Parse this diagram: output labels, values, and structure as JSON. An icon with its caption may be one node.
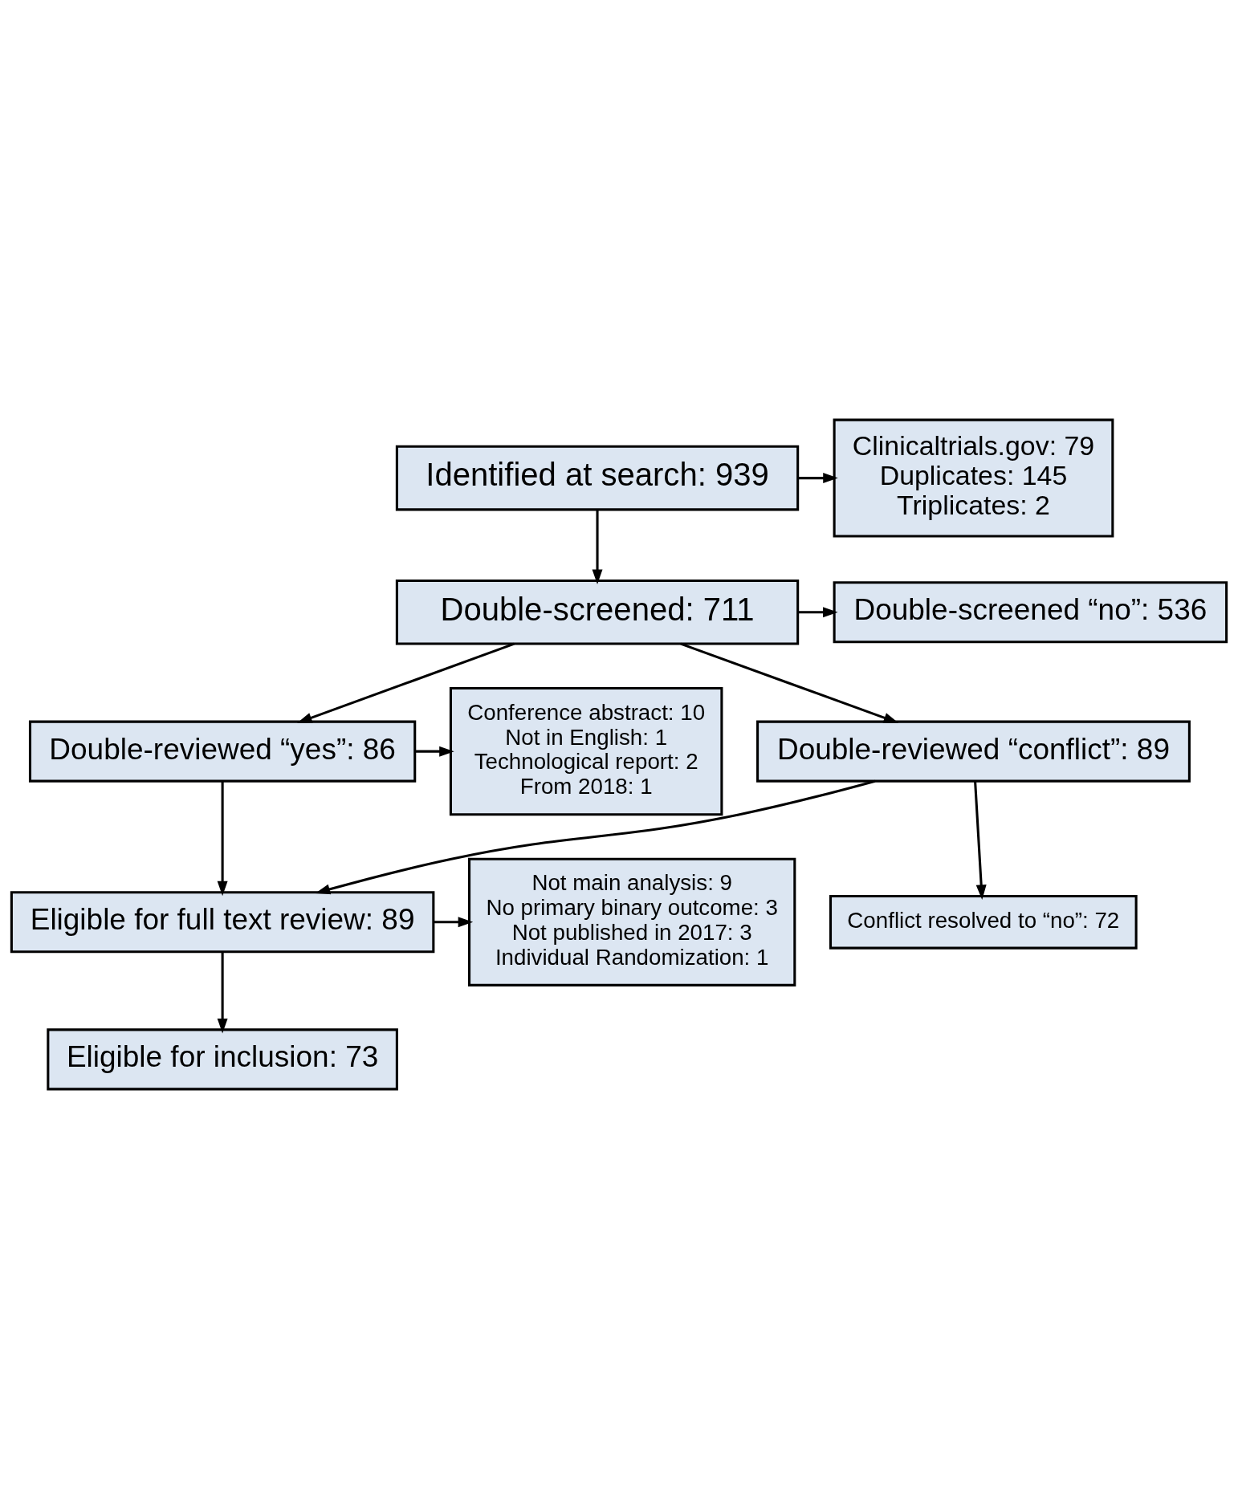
{
  "diagram": {
    "nodes": [
      {
        "text": [
          "Identified at search: 939"
        ]
      },
      {
        "text": [
          "Clinicaltrials.gov: 79",
          "Duplicates: 145",
          "Triplicates: 2"
        ]
      },
      {
        "text": [
          "Double-screened: 711"
        ]
      },
      {
        "text": [
          "Double-screened “no”: 536"
        ]
      },
      {
        "text": [
          "Double-reviewed “yes”: 86"
        ]
      },
      {
        "text": [
          "Double-reviewed “conflict”: 89"
        ]
      },
      {
        "text": [
          "Conference abstract: 10",
          "Not in English: 1",
          "Technological report: 2",
          "From 2018: 1"
        ]
      },
      {
        "text": [
          "Conflict resolved to “no”: 72"
        ]
      },
      {
        "text": [
          "Eligible for full text review: 89"
        ]
      },
      {
        "text": [
          "Not main analysis: 9",
          "No primary binary outcome: 3",
          "Not published in 2017: 3",
          "Individual Randomization: 1"
        ]
      },
      {
        "text": [
          "Eligible for inclusion: 73"
        ]
      }
    ],
    "edges": [
      {
        "from": 0,
        "to": 1,
        "arrow": "to"
      },
      {
        "from": 0,
        "to": 2,
        "arrow": "to"
      },
      {
        "from": 2,
        "to": 3,
        "arrow": "to"
      },
      {
        "from": 2,
        "to": 4,
        "arrow": "to"
      },
      {
        "from": 2,
        "to": 5,
        "arrow": "to"
      },
      {
        "from": 4,
        "to": 6,
        "arrow": "to"
      },
      {
        "from": 4,
        "to": 8,
        "arrow": "to"
      },
      {
        "from": 5,
        "to": 7,
        "arrow": "to"
      },
      {
        "from": 5,
        "to": 8,
        "arrow": "to"
      },
      {
        "from": 8,
        "to": 9,
        "arrow": "to"
      },
      {
        "from": 8,
        "to": 10,
        "arrow": "to"
      }
    ]
  }
}
